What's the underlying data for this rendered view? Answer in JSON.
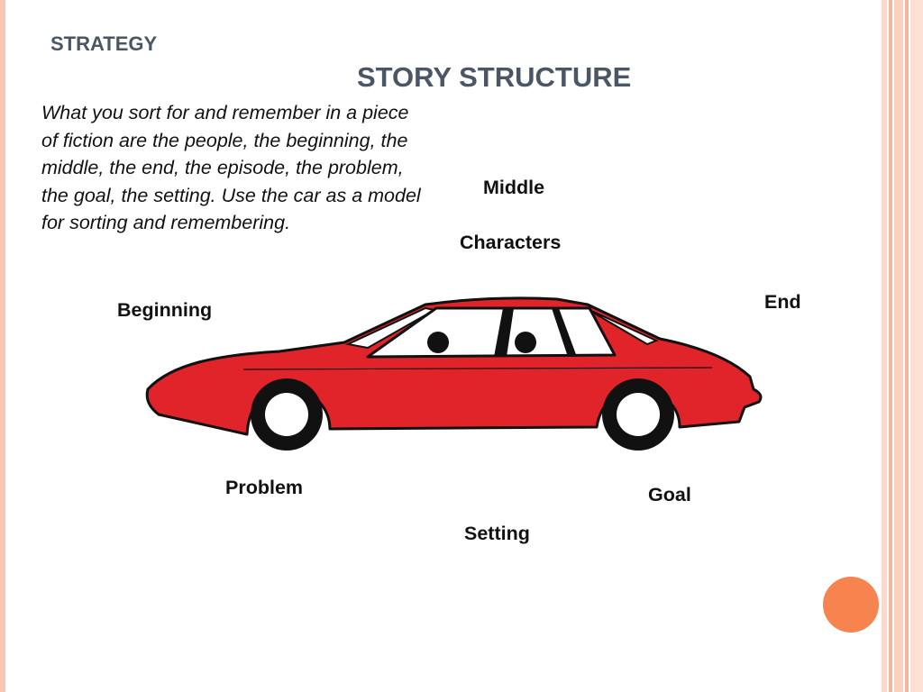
{
  "slide": {
    "kicker": "STRATEGY",
    "title": "STORY STRUCTURE",
    "body": "What you sort for and remember in a piece of fiction are the people, the beginning, the middle, the end, the episode, the problem, the goal, the setting. Use the car as a model for sorting and remembering."
  },
  "labels": {
    "middle": "Middle",
    "characters": "Characters",
    "beginning": "Beginning",
    "end": "End",
    "problem": "Problem",
    "goal": "Goal",
    "setting": "Setting"
  },
  "illustration": {
    "icon": "red-car-icon",
    "body_color": "#e0242a",
    "outline_color": "#111111",
    "window_color": "#ffffff",
    "tire_color": "#111111"
  },
  "theme": {
    "accent_dot_color": "#f7844f",
    "title_color": "#4b5665",
    "stripe_color": "#f7b59d"
  }
}
